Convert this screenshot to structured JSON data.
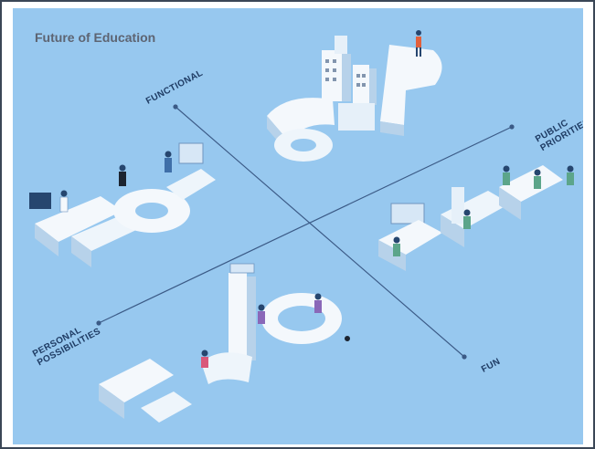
{
  "title": "Future of Education",
  "axes": {
    "top_left": "FUNCTIONAL",
    "top_right": [
      "PUBLIC",
      "PRIORITIES"
    ],
    "bottom_left": [
      "PERSONAL",
      "POSSIBILITIES"
    ],
    "bottom_right": "FUN"
  },
  "colors": {
    "background": "#97c8ef",
    "axis_line": "#3b5a86",
    "label": "#1f3c64",
    "title": "#5d6472",
    "figure_white": "#f4f8fc",
    "figure_shade": "#b7d2ea",
    "figure_dark": "#26466f"
  }
}
